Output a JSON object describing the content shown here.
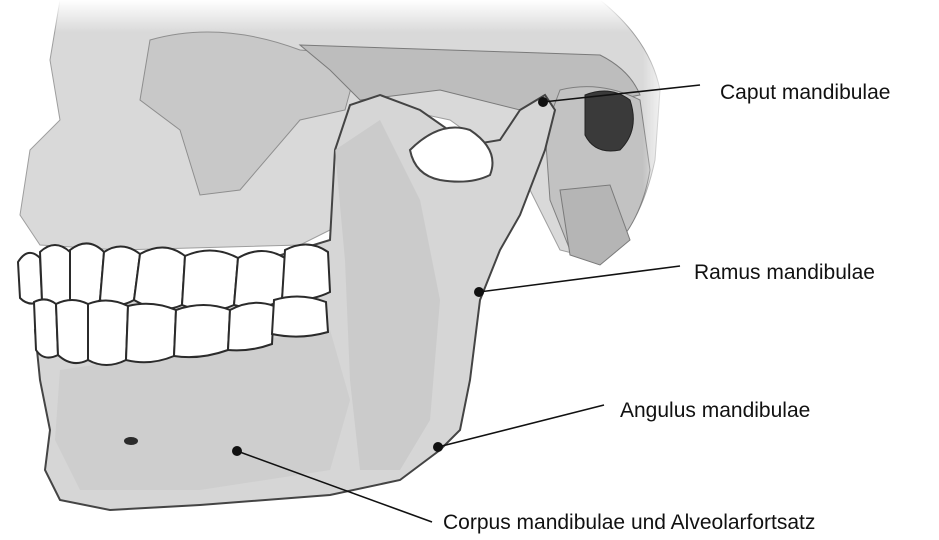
{
  "labels": {
    "caput": "Caput mandibulae",
    "ramus": "Ramus mandibulae",
    "angulus": "Angulus mandibulae",
    "corpus": "Corpus mandibulae und Alveolarfortsatz"
  },
  "colors": {
    "bone_light": "#d9d9d9",
    "bone_shade": "#bdbdbd",
    "bone_dark": "#9e9e9e",
    "outline": "#3a3a3a",
    "teeth": "#ffffff",
    "socket": "#2b2b2b",
    "leader": "#111111"
  }
}
